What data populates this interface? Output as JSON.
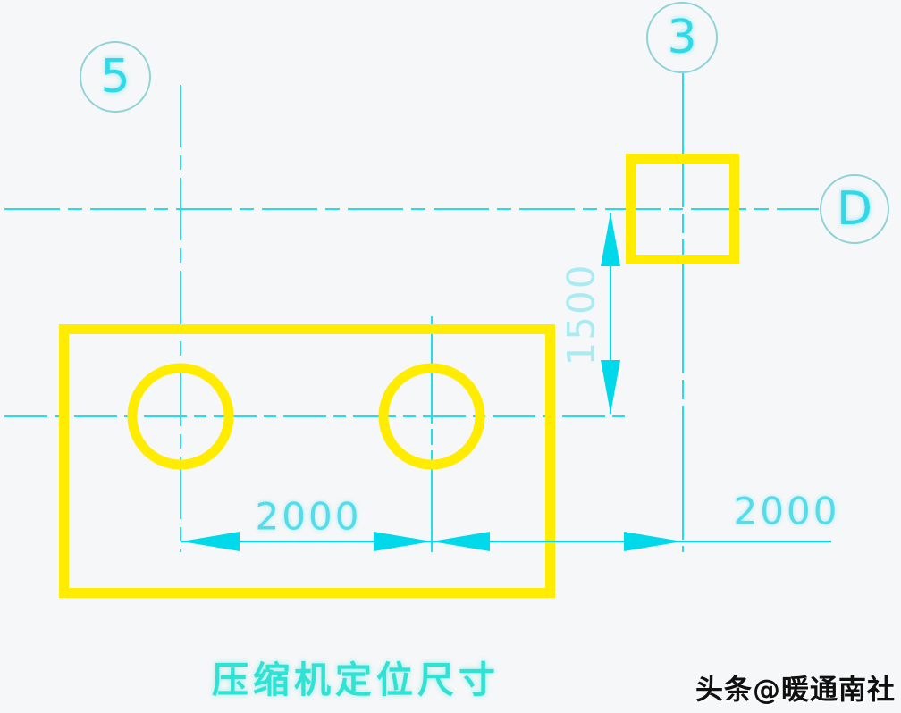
{
  "drawing": {
    "caption": "压缩机定位尺寸",
    "watermark": "头条@暖通南社",
    "bubbles": {
      "column_left": "5",
      "column_right": "3",
      "row": "D"
    },
    "dims": {
      "left_span": "2000",
      "right_span": "2000",
      "vertical_span": "1500"
    },
    "colors": {
      "background": "#f6f7f8",
      "yellow": "#ffec00",
      "cyan": "#00d9e9",
      "cyan_soft": "#54dcea",
      "cyan_faint": "#a9ebf3",
      "bubble_stroke": "#8fd2d8",
      "bubble_text": "#31d9e8",
      "title_text": "#2fe2d4",
      "watermark_text": "#101010"
    }
  }
}
